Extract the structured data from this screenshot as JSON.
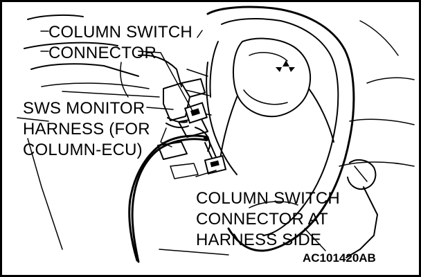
{
  "labels": {
    "column_switch_connector": [
      "COLUMN SWITCH",
      "CONNECTOR"
    ],
    "sws_monitor_harness": [
      "SWS MONITOR",
      "HARNESS (FOR",
      "COLUMN-ECU)"
    ],
    "column_switch_connector_harness_side": [
      "COLUMN SWITCH",
      "CONNECTOR AT",
      "HARNESS SIDE"
    ]
  },
  "figure_code": "AC101420AB",
  "colors": {
    "ink": "#000000",
    "paper": "#ffffff"
  }
}
